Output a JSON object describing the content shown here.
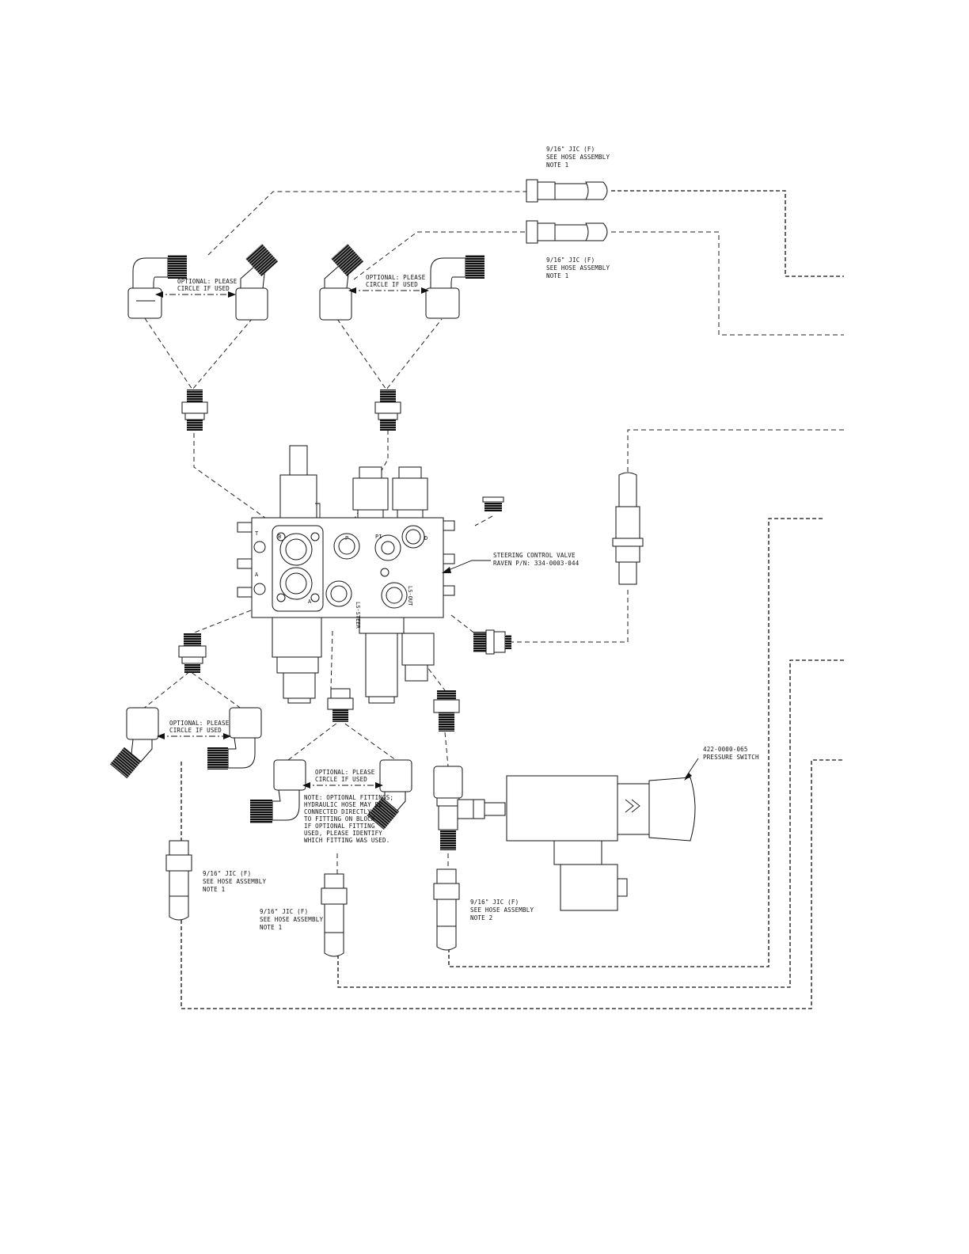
{
  "labels": {
    "jic_top1": [
      "9/16\" JIC (F)",
      "SEE HOSE ASSEMBLY",
      "NOTE 1"
    ],
    "jic_top2": [
      "9/16\" JIC (F)",
      "SEE HOSE ASSEMBLY",
      "NOTE 1"
    ],
    "optional_1": [
      "OPTIONAL: PLEASE",
      "CIRCLE IF USED"
    ],
    "optional_2": [
      "OPTIONAL: PLEASE",
      "CIRCLE IF USED"
    ],
    "optional_3": [
      "OPTIONAL: PLEASE",
      "CIRCLE IF USED"
    ],
    "optional_4": [
      "OPTIONAL: PLEASE",
      "CIRCLE IF USED"
    ],
    "steering_valve": [
      "STEERING CONTROL VALVE",
      "RAVEN P/N: 334-0003-044"
    ],
    "pressure_switch": [
      "422-0000-065",
      "PRESSURE SWITCH"
    ],
    "note_fittings": [
      "NOTE: OPTIONAL FITTINGS;",
      "HYDRAULIC HOSE MAY BE",
      "CONNECTED DIRECTLY",
      "TO FITTING ON BLOCK.",
      "IF OPTIONAL FITTING",
      "USED, PLEASE IDENTIFY",
      "WHICH FITTING WAS USED."
    ],
    "jic_left": [
      "9/16\" JIC (F)",
      "SEE HOSE ASSEMBLY",
      "NOTE 1"
    ],
    "jic_mid": [
      "9/16\" JIC (F)",
      "SEE HOSE ASSEMBLY",
      "NOTE 1"
    ],
    "jic_right": [
      "9/16\" JIC (F)",
      "SEE HOSE ASSEMBLY",
      "NOTE 2"
    ]
  },
  "ports": {
    "t": "T",
    "b": "B",
    "a_left": "A",
    "a": "A",
    "p": "P",
    "pi": "PI",
    "d": "D",
    "ls_out": "LS-OUT",
    "ls_steer": "LS-STEER"
  }
}
